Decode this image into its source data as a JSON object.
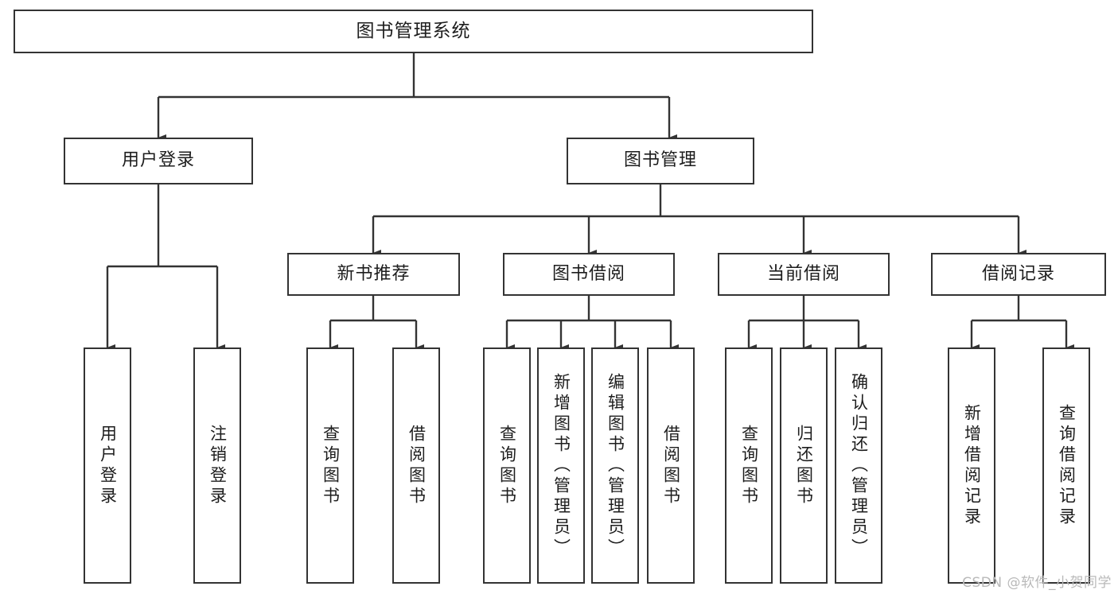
{
  "diagram": {
    "title": "图书管理系统",
    "type": "functional-structure-tree",
    "watermark": "CSDN @软件_小贺同学",
    "colors": {
      "stroke": "#333333",
      "fill": "#ffffff",
      "text": "#1d1d1d",
      "watermark": "#b9b9b9"
    },
    "root": {
      "label": "图书管理系统"
    },
    "level1": [
      {
        "label": "用户登录"
      },
      {
        "label": "图书管理"
      }
    ],
    "level2": [
      {
        "label": "新书推荐"
      },
      {
        "label": "图书借阅"
      },
      {
        "label": "当前借阅"
      },
      {
        "label": "借阅记录"
      }
    ],
    "leaves": {
      "user_login": [
        {
          "label": "用户登录"
        },
        {
          "label": "注销登录"
        }
      ],
      "new_book": [
        {
          "label": "查询图书"
        },
        {
          "label": "借阅图书"
        }
      ],
      "book_borrow": [
        {
          "label": "查询图书"
        },
        {
          "label": "新增图书（管理员）"
        },
        {
          "label": "编辑图书（管理员）"
        },
        {
          "label": "借阅图书"
        }
      ],
      "current_borrow": [
        {
          "label": "查询图书"
        },
        {
          "label": "归还图书"
        },
        {
          "label": "确认归还（管理员）"
        }
      ],
      "borrow_record": [
        {
          "label": "新增借阅记录"
        },
        {
          "label": "查询借阅记录"
        }
      ]
    }
  }
}
